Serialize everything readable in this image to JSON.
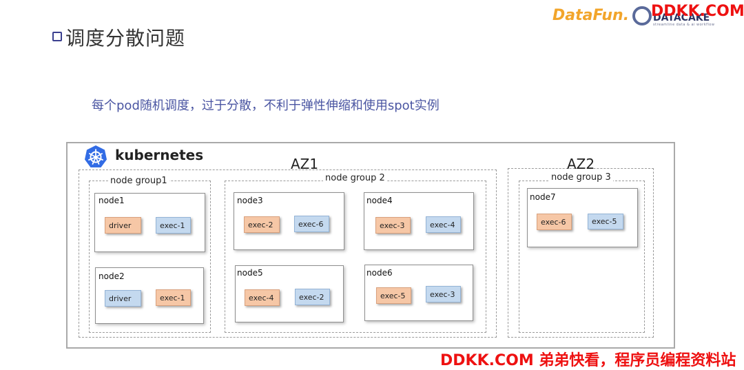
{
  "header": {
    "title": "调度分散问题",
    "subtitle": "每个pod随机调度，过于分散，不利于弹性伸缩和使用spot实例"
  },
  "logos": {
    "datafun": "DataFun.",
    "datacake": "DATACAKE",
    "datacake_sub": "streamline data & ai workflow",
    "watermark_top": "DDKK.COM",
    "watermark_bottom": "DDKK.COM 弟弟快看，程序员编程资料站"
  },
  "diagram": {
    "platform": "kubernetes",
    "zones": [
      {
        "label": "AZ1",
        "groups": [
          {
            "label": "node group1",
            "nodes": [
              {
                "label": "node1",
                "pods": [
                  {
                    "label": "driver",
                    "color": "#f6c7a6"
                  },
                  {
                    "label": "exec-1",
                    "color": "#c4d9ef"
                  }
                ]
              },
              {
                "label": "node2",
                "pods": [
                  {
                    "label": "driver",
                    "color": "#c4d9ef"
                  },
                  {
                    "label": "exec-1",
                    "color": "#f6c7a6"
                  }
                ]
              }
            ]
          },
          {
            "label": "node group 2",
            "nodes": [
              {
                "label": "node3",
                "pods": [
                  {
                    "label": "exec-2",
                    "color": "#f6c7a6"
                  },
                  {
                    "label": "exec-6",
                    "color": "#c4d9ef"
                  }
                ]
              },
              {
                "label": "node4",
                "pods": [
                  {
                    "label": "exec-3",
                    "color": "#f6c7a6"
                  },
                  {
                    "label": "exec-4",
                    "color": "#c4d9ef"
                  }
                ]
              },
              {
                "label": "node5",
                "pods": [
                  {
                    "label": "exec-4",
                    "color": "#f6c7a6"
                  },
                  {
                    "label": "exec-2",
                    "color": "#c4d9ef"
                  }
                ]
              },
              {
                "label": "node6",
                "pods": [
                  {
                    "label": "exec-5",
                    "color": "#f6c7a6"
                  },
                  {
                    "label": "exec-3",
                    "color": "#c4d9ef"
                  }
                ]
              }
            ]
          }
        ]
      },
      {
        "label": "AZ2",
        "groups": [
          {
            "label": "node group 3",
            "nodes": [
              {
                "label": "node7",
                "pods": [
                  {
                    "label": "exec-6",
                    "color": "#f6c7a6"
                  },
                  {
                    "label": "exec-5",
                    "color": "#c4d9ef"
                  }
                ]
              }
            ]
          }
        ]
      }
    ]
  }
}
